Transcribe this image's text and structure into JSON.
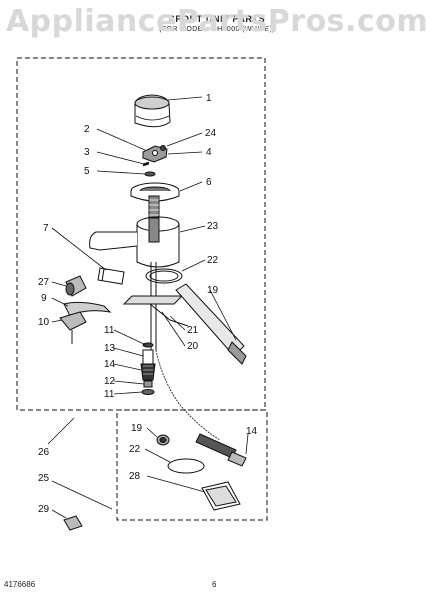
{
  "header": {
    "watermark": "AppliancePartsPros.com",
    "title": "SPOUT UNIT PARTS",
    "subtitle": "(FOR MODEL: UH1000 (WHITE))"
  },
  "footer": {
    "doc_number": "4176686",
    "page_number": "6",
    "page_code": ""
  },
  "callouts": [
    {
      "id": "c1",
      "label": "1"
    },
    {
      "id": "c2",
      "label": "2"
    },
    {
      "id": "c24a",
      "label": "24"
    },
    {
      "id": "c4",
      "label": "4"
    },
    {
      "id": "c3",
      "label": "3"
    },
    {
      "id": "c5",
      "label": "5"
    },
    {
      "id": "c6",
      "label": "6"
    },
    {
      "id": "c7",
      "label": "7"
    },
    {
      "id": "c23",
      "label": "23"
    },
    {
      "id": "c22a",
      "label": "22"
    },
    {
      "id": "c27",
      "label": "27"
    },
    {
      "id": "c19a",
      "label": "19"
    },
    {
      "id": "c9",
      "label": "9"
    },
    {
      "id": "c10",
      "label": "10"
    },
    {
      "id": "c21",
      "label": "21"
    },
    {
      "id": "c20",
      "label": "20"
    },
    {
      "id": "c11a",
      "label": "11"
    },
    {
      "id": "c13",
      "label": "13"
    },
    {
      "id": "c14a",
      "label": "14"
    },
    {
      "id": "c12",
      "label": "12"
    },
    {
      "id": "c11b",
      "label": "11"
    },
    {
      "id": "c26",
      "label": "26"
    },
    {
      "id": "c19b",
      "label": "19"
    },
    {
      "id": "c14b",
      "label": "14"
    },
    {
      "id": "c22b",
      "label": "22"
    },
    {
      "id": "c28",
      "label": "28"
    },
    {
      "id": "c25",
      "label": "25"
    },
    {
      "id": "c29",
      "label": "29"
    }
  ]
}
